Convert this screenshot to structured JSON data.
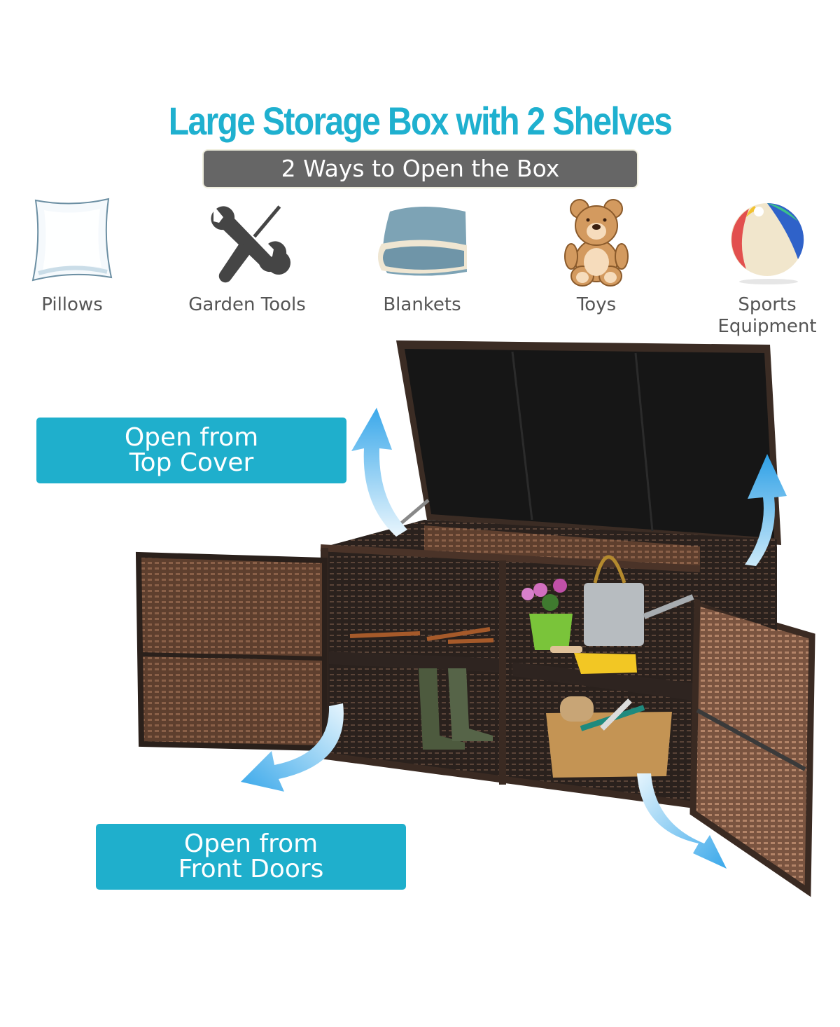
{
  "header": {
    "title": "Large Storage Box with 2 Shelves",
    "subtitle": "2 Ways to Open the Box"
  },
  "categories": [
    {
      "label": "Pillows",
      "icon": "pillow-icon"
    },
    {
      "label": "Garden Tools",
      "icon": "wrench-screwdriver-icon"
    },
    {
      "label": "Blankets",
      "icon": "folded-blanket-icon"
    },
    {
      "label": "Toys",
      "icon": "teddy-bear-icon"
    },
    {
      "label": "Sports Equipment",
      "icon": "beach-ball-icon"
    }
  ],
  "callouts": {
    "top": {
      "line1": "Open from",
      "line2": "Top Cover"
    },
    "front": {
      "line1": "Open from",
      "line2": "Front Doors"
    }
  },
  "colors": {
    "accent": "#1fb0cf",
    "banner": "#666666",
    "label": "#555555",
    "wicker": "#4a3328",
    "lid_panel": "#1a1a1a"
  }
}
